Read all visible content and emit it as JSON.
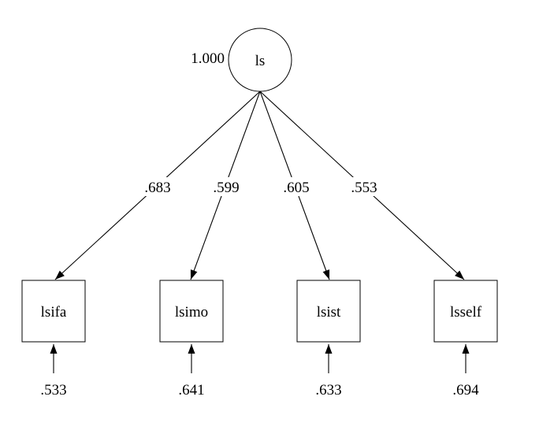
{
  "diagram": {
    "type": "sem-path-diagram",
    "latent": {
      "name": "ls",
      "variance": "1.000"
    },
    "indicators": [
      {
        "name": "lsifa",
        "loading": ".683",
        "residual": ".533"
      },
      {
        "name": "lsimo",
        "loading": ".599",
        "residual": ".641"
      },
      {
        "name": "lsist",
        "loading": ".605",
        "residual": ".633"
      },
      {
        "name": "lsself",
        "loading": ".553",
        "residual": ".694"
      }
    ],
    "colors": {
      "stroke": "#000000",
      "background": "#ffffff"
    }
  }
}
